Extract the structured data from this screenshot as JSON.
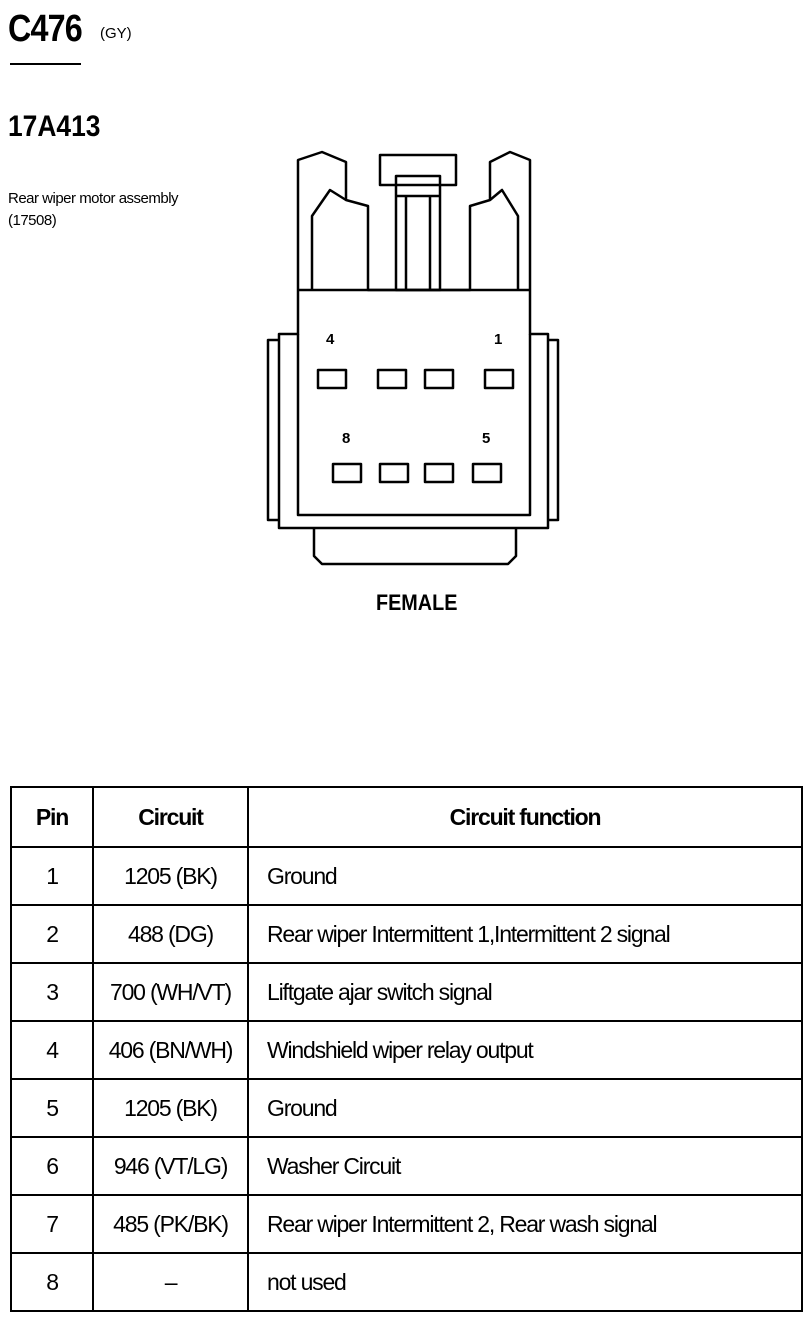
{
  "header": {
    "connector_id": "C476",
    "connector_color": "(GY)",
    "part_number": "17A413",
    "description": "Rear wiper motor assembly (17508)"
  },
  "connector": {
    "gender": "FEMALE",
    "pin_labels": [
      "4",
      "1",
      "8",
      "5"
    ]
  },
  "table": {
    "headers": [
      "Pin",
      "Circuit",
      "Circuit function"
    ],
    "rows": [
      {
        "pin": "1",
        "circuit": "1205 (BK)",
        "function": "Ground"
      },
      {
        "pin": "2",
        "circuit": "488 (DG)",
        "function": "Rear wiper Intermittent 1,Intermittent 2 signal"
      },
      {
        "pin": "3",
        "circuit": "700 (WH/VT)",
        "function": "Liftgate ajar switch  signal"
      },
      {
        "pin": "4",
        "circuit": "406 (BN/WH)",
        "function": "Windshield wiper relay output"
      },
      {
        "pin": "5",
        "circuit": "1205 (BK)",
        "function": "Ground"
      },
      {
        "pin": "6",
        "circuit": "946 (VT/LG)",
        "function": "Washer Circuit"
      },
      {
        "pin": "7",
        "circuit": "485 (PK/BK)",
        "function": "Rear wiper Intermittent 2, Rear wash signal"
      },
      {
        "pin": "8",
        "circuit": "–",
        "function": "not used"
      }
    ]
  }
}
